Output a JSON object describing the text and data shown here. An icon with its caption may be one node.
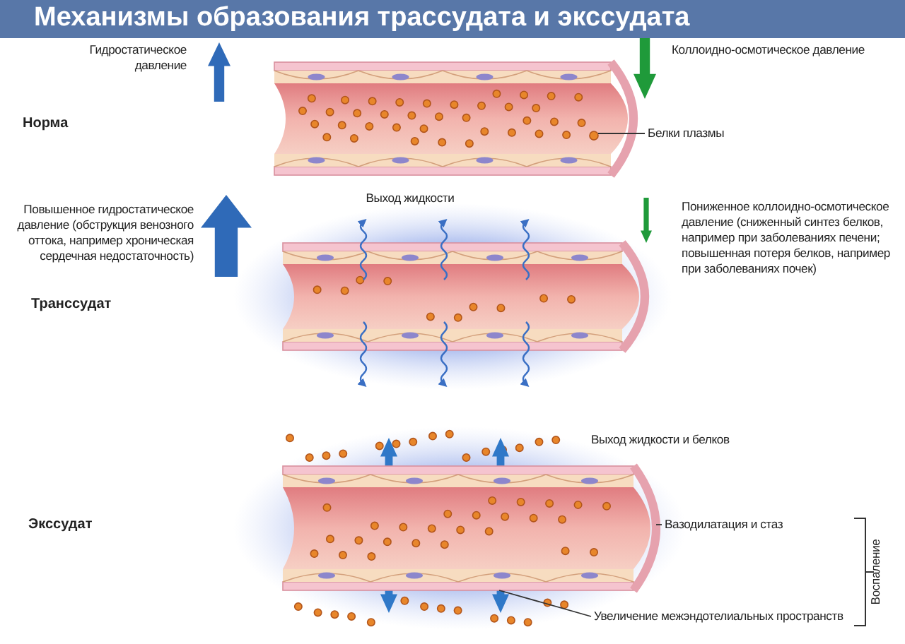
{
  "diagram": {
    "title": "Механизмы образования трассудата и экссудата",
    "nodes": [
      {
        "text": [
          "Белки плазмы"
        ]
      },
      {
        "text": [],
        "shape": "circle"
      },
      {
        "text": [
          "Вазодилатация и стаз"
        ]
      },
      {
        "text": [],
        "shape": "picture"
      },
      {
        "text": [
          "Увеличение межэндотелиальных пространств"
        ]
      }
    ],
    "edges": [
      {
        "from": 0,
        "to": 1,
        "arrow": "none"
      },
      {
        "from": 2,
        "to": 3,
        "arrow": "none"
      },
      {
        "from": 4,
        "to": 3,
        "arrow": "none"
      }
    ],
    "labels": [
      "Гидростатическое давление",
      "Коллоидно-осмотическое давление",
      "Норма",
      "Выход жидкости",
      "Повышенное гидростатическое давление (обструкция венозного оттока, например хроническая сердечная недостаточность)",
      "Пониженное коллоидно-осмотическое давление (сниженный синтез белков, например при заболеваниях печени; повышенная потеря белков, например при заболеваниях почек)",
      "Транссудат",
      "Выход жидкости и белков",
      "Экссудат",
      "Воспаление"
    ]
  }
}
